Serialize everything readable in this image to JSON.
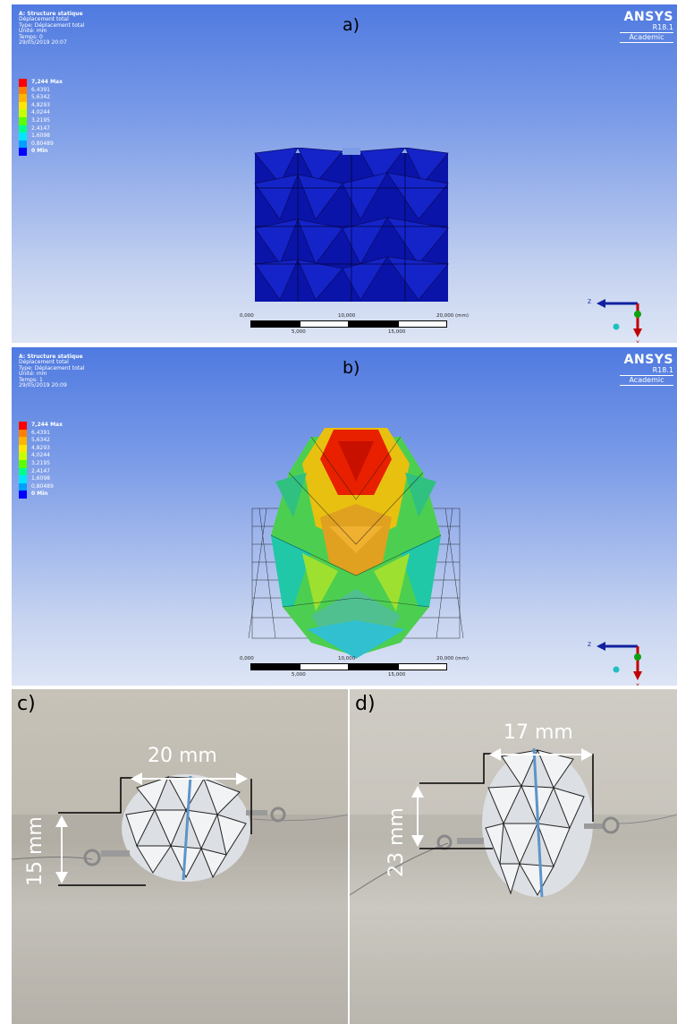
{
  "panel_a": {
    "letter": "a)",
    "header": [
      "A: Structure statique",
      "Déplacement total",
      "Type: Déplacement total",
      "Unité: mm",
      "Temps: 0",
      "29/05/2019 20:07"
    ],
    "legend": [
      {
        "label": "7,244 Max",
        "color": "#ff0000"
      },
      {
        "label": "6,4391",
        "color": "#ff7f00"
      },
      {
        "label": "5,6342",
        "color": "#ffb400"
      },
      {
        "label": "4,8293",
        "color": "#ffe600"
      },
      {
        "label": "4,0244",
        "color": "#c8ff00"
      },
      {
        "label": "3,2195",
        "color": "#5aff00"
      },
      {
        "label": "2,4147",
        "color": "#00ff8a"
      },
      {
        "label": "1,6098",
        "color": "#00e6ff"
      },
      {
        "label": "0,80489",
        "color": "#00a0ff"
      },
      {
        "label": "0 Min",
        "color": "#0000ff"
      }
    ],
    "brand": {
      "name": "ANSYS",
      "release": "R18.1",
      "edition": "Academic"
    },
    "scale": {
      "top_labels": [
        "0,000",
        "10,000",
        "20,000 (mm)"
      ],
      "bottom_labels": [
        "5,000",
        "15,000"
      ]
    },
    "triad": {
      "z": "Z",
      "x": "X"
    }
  },
  "panel_b": {
    "letter": "b)",
    "header": [
      "A: Structure statique",
      "Déplacement total",
      "Type: Déplacement total",
      "Unité: mm",
      "Temps: 1",
      "29/05/2019 20:09"
    ],
    "legend": [
      {
        "label": "7,244 Max",
        "color": "#ff0000"
      },
      {
        "label": "6,4391",
        "color": "#ff7f00"
      },
      {
        "label": "5,6342",
        "color": "#ffb400"
      },
      {
        "label": "4,8293",
        "color": "#ffe600"
      },
      {
        "label": "4,0244",
        "color": "#c8ff00"
      },
      {
        "label": "3,2195",
        "color": "#5aff00"
      },
      {
        "label": "2,4147",
        "color": "#00ff8a"
      },
      {
        "label": "1,6098",
        "color": "#00e6ff"
      },
      {
        "label": "0,80489",
        "color": "#00a0ff"
      },
      {
        "label": "0 Min",
        "color": "#0000ff"
      }
    ],
    "brand": {
      "name": "ANSYS",
      "release": "R18.1",
      "edition": "Academic"
    },
    "scale": {
      "top_labels": [
        "0,000",
        "10,000",
        "20,000 (mm)"
      ],
      "bottom_labels": [
        "5,000",
        "15,000"
      ]
    },
    "triad": {
      "z": "Z",
      "x": "X"
    }
  },
  "photo_c": {
    "letter": "c)",
    "width_label": "20 mm",
    "height_label": "15 mm"
  },
  "photo_d": {
    "letter": "d)",
    "width_label": "17 mm",
    "height_label": "23 mm"
  }
}
